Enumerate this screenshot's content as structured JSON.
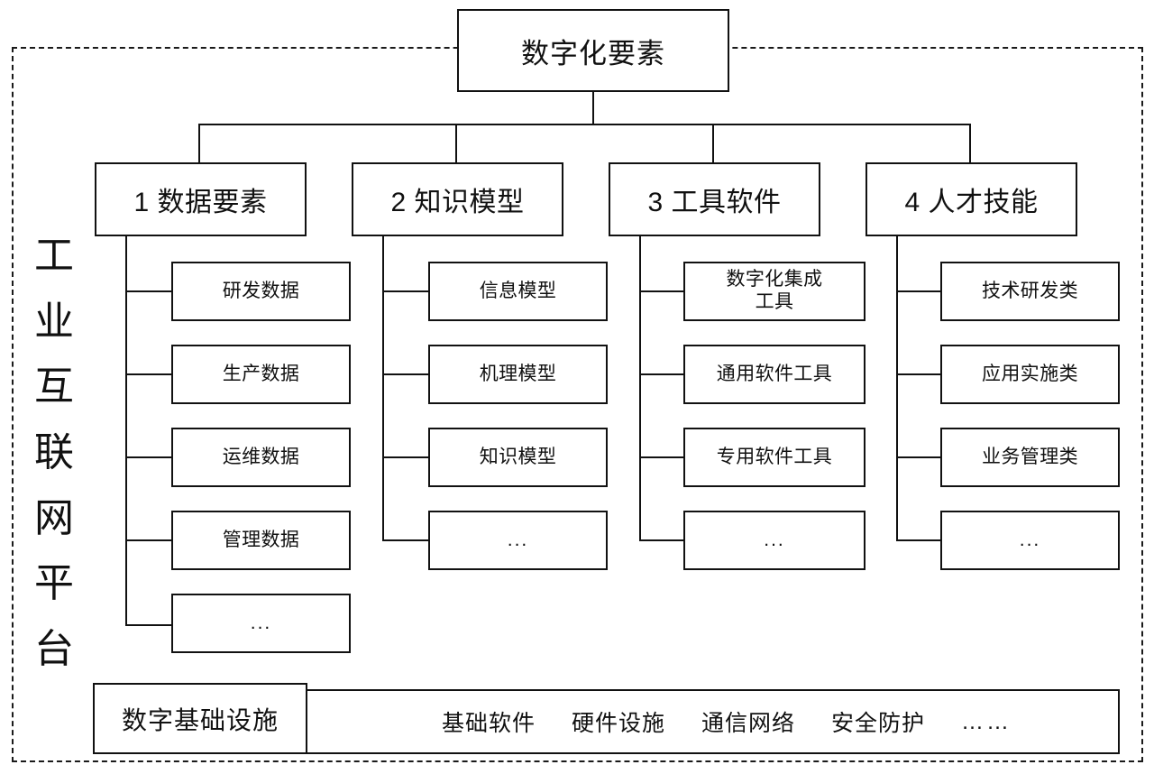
{
  "diagram": {
    "platform_label": "工业互联网平台",
    "platform_label_chars": [
      "工",
      "业",
      "互",
      "联",
      "网",
      "平",
      "台"
    ],
    "root": {
      "label": "数字化要素"
    },
    "categories": [
      {
        "label": "1 数据要素",
        "children": [
          {
            "label": "研发数据"
          },
          {
            "label": "生产数据"
          },
          {
            "label": "运维数据"
          },
          {
            "label": "管理数据"
          },
          {
            "label": "..."
          }
        ]
      },
      {
        "label": "2 知识模型",
        "children": [
          {
            "label": "信息模型"
          },
          {
            "label": "机理模型"
          },
          {
            "label": "知识模型"
          },
          {
            "label": "..."
          }
        ]
      },
      {
        "label": "3 工具软件",
        "children": [
          {
            "label": "数字化集成\n工具"
          },
          {
            "label": "通用软件工具"
          },
          {
            "label": "专用软件工具"
          },
          {
            "label": "..."
          }
        ]
      },
      {
        "label": "4 人才技能",
        "children": [
          {
            "label": "技术研发类"
          },
          {
            "label": "应用实施类"
          },
          {
            "label": "业务管理类"
          },
          {
            "label": "..."
          }
        ]
      }
    ],
    "infrastructure": {
      "label": "数字基础设施",
      "items": [
        "基础软件",
        "硬件设施",
        "通信网络",
        "安全防护",
        "……"
      ]
    },
    "colors": {
      "line": "#111111",
      "background": "#ffffff",
      "frame": "#1a1a1a"
    }
  }
}
